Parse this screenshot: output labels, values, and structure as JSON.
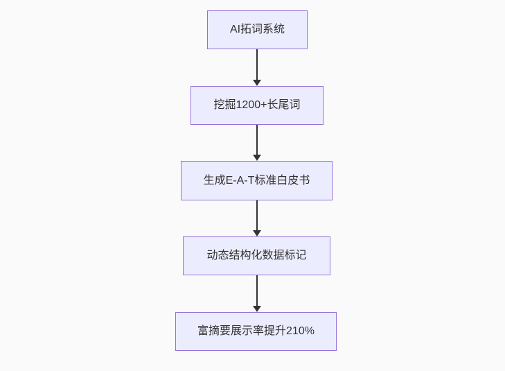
{
  "diagram": {
    "type": "flowchart",
    "direction": "top-down",
    "nodes": [
      {
        "id": "node-1",
        "label": "AI拓词系统"
      },
      {
        "id": "node-2",
        "label": "挖掘1200+长尾词"
      },
      {
        "id": "node-3",
        "label": "生成E-A-T标准白皮书"
      },
      {
        "id": "node-4",
        "label": "动态结构化数据标记"
      },
      {
        "id": "node-5",
        "label": "富摘要展示率提升210%"
      }
    ],
    "edges": [
      {
        "from": "node-1",
        "to": "node-2"
      },
      {
        "from": "node-2",
        "to": "node-3"
      },
      {
        "from": "node-3",
        "to": "node-4"
      },
      {
        "from": "node-4",
        "to": "node-5"
      }
    ],
    "colors": {
      "node_fill": "#ECECFF",
      "node_border": "#9370DB",
      "edge": "#333333",
      "text": "#333333",
      "background": "#fafafa"
    }
  }
}
